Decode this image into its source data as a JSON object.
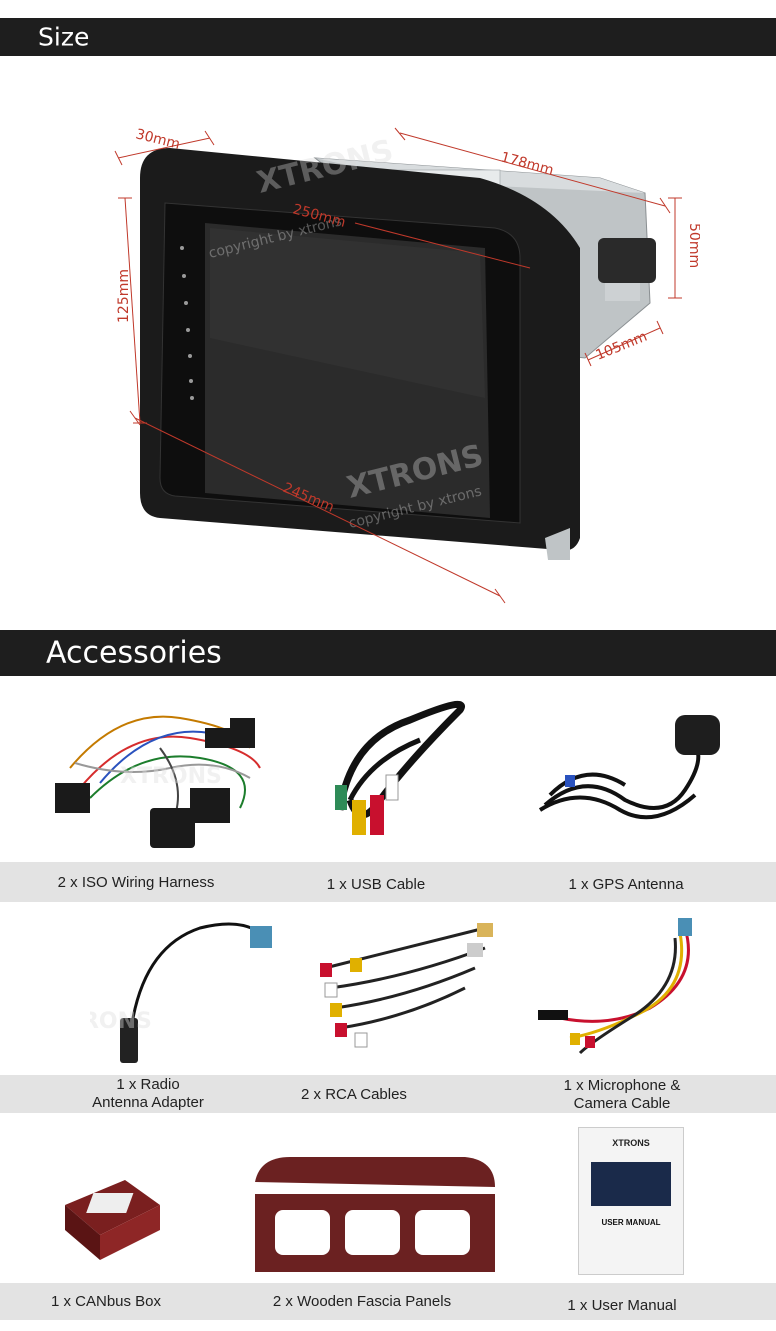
{
  "sections": {
    "size": "Size",
    "accessories": "Accessories"
  },
  "dimensions": {
    "depth_top": "30mm",
    "chassis_length": "178mm",
    "overall_width": "250mm",
    "chassis_height": "50mm",
    "front_height": "125mm",
    "chassis_width": "105mm",
    "front_width": "245mm"
  },
  "watermark": {
    "brand": "XTRONS",
    "copyright": "copyright by xtrons"
  },
  "accessories": [
    {
      "line1": "2 x ISO Wiring Harness",
      "line2": ""
    },
    {
      "line1": "1 x USB Cable",
      "line2": ""
    },
    {
      "line1": "1 x GPS Antenna",
      "line2": ""
    },
    {
      "line1": "1 x Radio",
      "line2": "Antenna Adapter"
    },
    {
      "line1": "2 x RCA Cables",
      "line2": ""
    },
    {
      "line1": "1 x Microphone &",
      "line2": "Camera Cable"
    },
    {
      "line1": "1 x CANbus Box",
      "line2": ""
    },
    {
      "line1": "2 x Wooden Fascia Panels",
      "line2": ""
    },
    {
      "line1": "1 x User Manual",
      "line2": ""
    }
  ],
  "manual": {
    "brand": "XTRONS",
    "title": "USER MANUAL"
  },
  "colors": {
    "header_bg": "#1e1e1e",
    "caption_band": "#e3e3e3",
    "dimension_line": "#c0392b",
    "wood": "#6b2121"
  }
}
